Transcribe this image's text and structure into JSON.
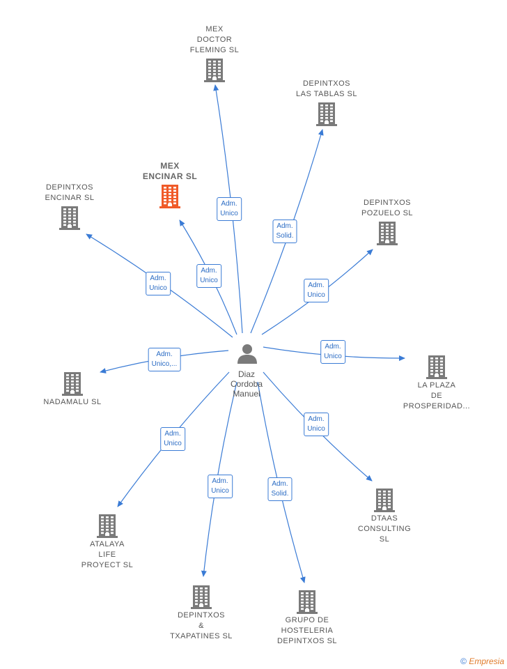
{
  "center": {
    "name": "Diaz\nCordoba\nManuel",
    "icon": "person-icon"
  },
  "colors": {
    "edge": "#3a7bd5",
    "building": "#7a7a7a",
    "highlight": "#f05a28"
  },
  "nodes": [
    {
      "id": "mex-doctor",
      "label": "MEX\nDOCTOR\nFLEMING  SL",
      "highlight": false
    },
    {
      "id": "las-tablas",
      "label": "DEPINTXOS\nLAS TABLAS SL",
      "highlight": false
    },
    {
      "id": "mex-encinar",
      "label": "MEX\nENCINAR  SL",
      "highlight": true
    },
    {
      "id": "depintxos-encinar",
      "label": "DEPINTXOS\nENCINAR SL",
      "highlight": false
    },
    {
      "id": "pozuelo",
      "label": "DEPINTXOS\nPOZUELO  SL",
      "highlight": false
    },
    {
      "id": "nadamalu",
      "label": "NADAMALU  SL",
      "highlight": false
    },
    {
      "id": "la-plaza",
      "label": "LA PLAZA\nDE\nPROSPERIDAD...",
      "highlight": false
    },
    {
      "id": "atalaya",
      "label": "ATALAYA\nLIFE\nPROYECT  SL",
      "highlight": false
    },
    {
      "id": "dtaas",
      "label": "DTAAS\nCONSULTING\nSL",
      "highlight": false
    },
    {
      "id": "txapatines",
      "label": "DEPINTXOS\n&\nTXAPATINES SL",
      "highlight": false
    },
    {
      "id": "grupo",
      "label": "GRUPO DE\nHOSTELERIA\nDEPINTXOS SL",
      "highlight": false
    }
  ],
  "edges": [
    {
      "to": "mex-doctor",
      "label": "Adm.\nUnico"
    },
    {
      "to": "las-tablas",
      "label": "Adm.\nSolid."
    },
    {
      "to": "mex-encinar",
      "label": "Adm.\nUnico"
    },
    {
      "to": "depintxos-encinar",
      "label": "Adm.\nUnico"
    },
    {
      "to": "pozuelo",
      "label": "Adm.\nUnico"
    },
    {
      "to": "nadamalu",
      "label": "Adm.\nUnico,..."
    },
    {
      "to": "la-plaza",
      "label": "Adm.\nUnico"
    },
    {
      "to": "atalaya",
      "label": "Adm.\nUnico"
    },
    {
      "to": "dtaas",
      "label": "Adm.\nUnico"
    },
    {
      "to": "txapatines",
      "label": "Adm.\nUnico"
    },
    {
      "to": "grupo",
      "label": "Adm.\nSolid."
    }
  ],
  "footer": {
    "copyright": "©",
    "brand": "Empresia"
  }
}
